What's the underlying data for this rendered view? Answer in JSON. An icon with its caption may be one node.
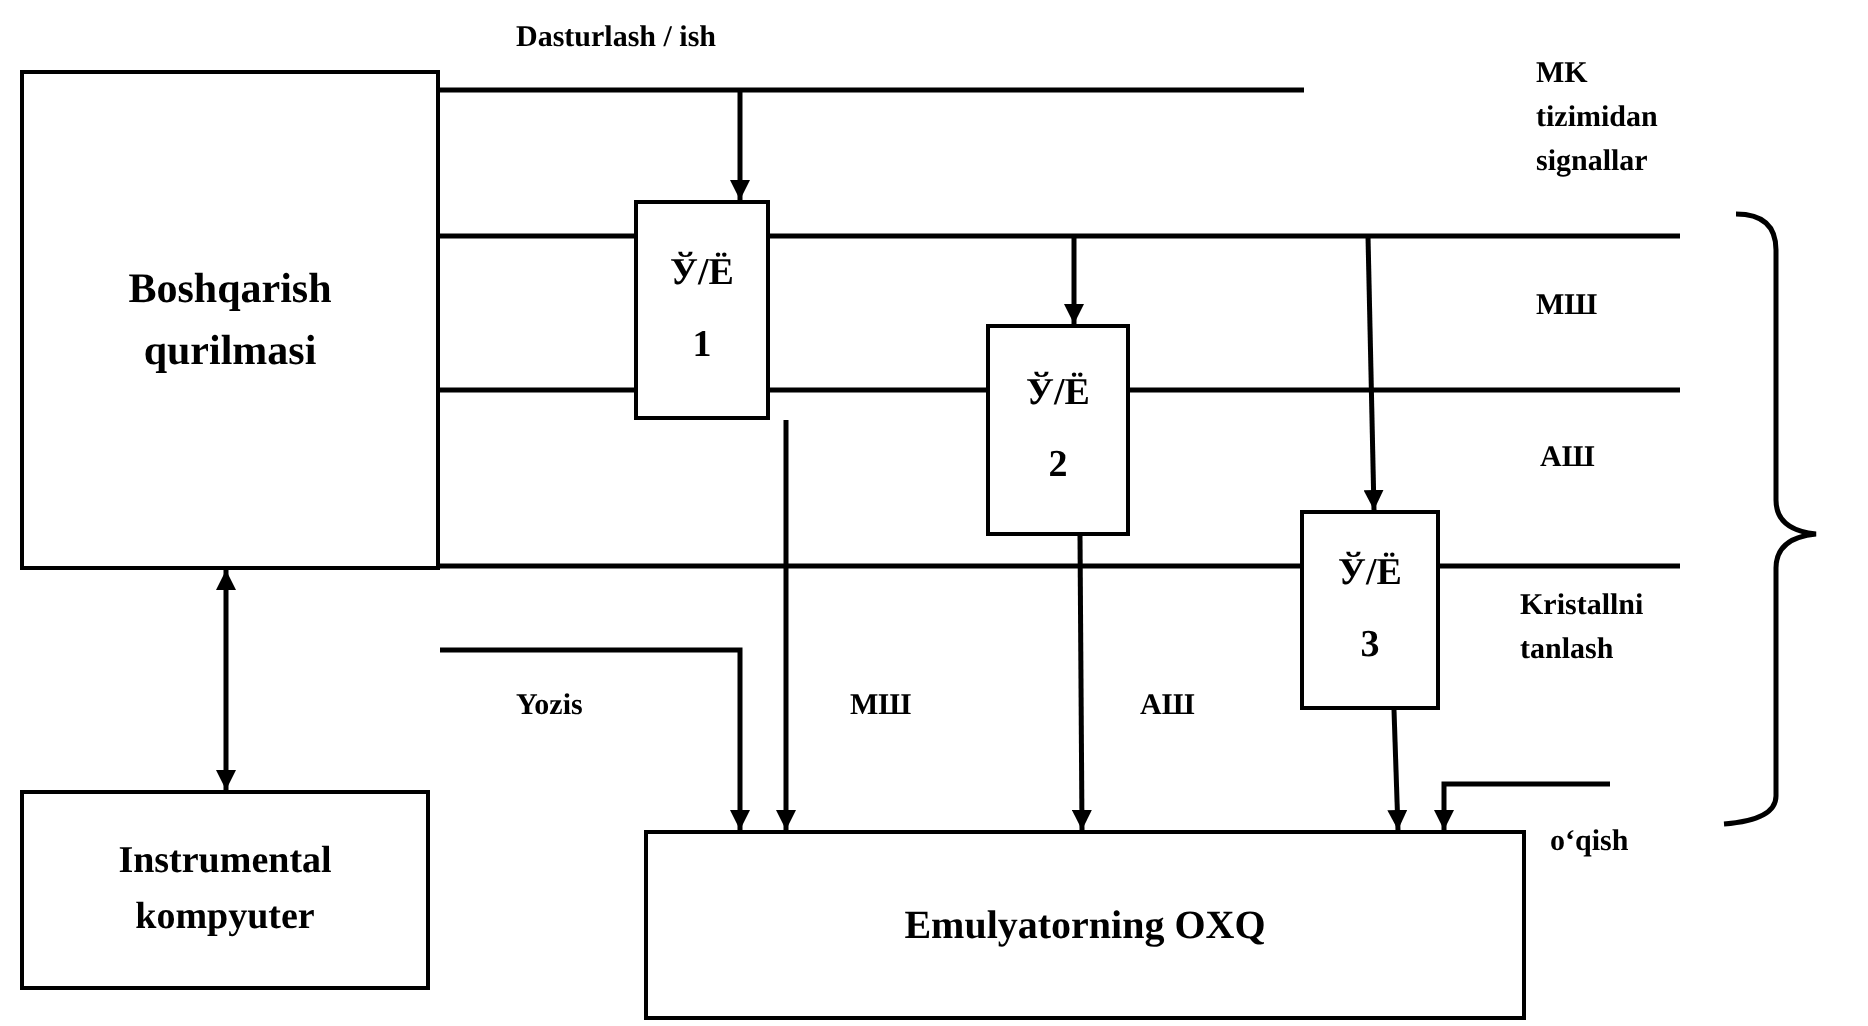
{
  "diagram": {
    "nodes": [
      {
        "text": [
          "Boshqarish qurilmasi"
        ]
      },
      {
        "text": [
          "Instrumental kompyuter"
        ]
      },
      {
        "text": [
          "Ў/Ё 1"
        ]
      },
      {
        "text": [
          "Ў/Ё 2"
        ]
      },
      {
        "text": [
          "Ў/Ё 3"
        ]
      },
      {
        "text": [
          "Emulyatorning OXQ"
        ]
      }
    ],
    "edges": [
      {
        "from": 0,
        "to": null,
        "arrow": "none"
      },
      {
        "from": null,
        "to": 2,
        "arrow": "to"
      },
      {
        "from": 0,
        "to": null,
        "arrow": "none"
      },
      {
        "from": 0,
        "to": null,
        "arrow": "none"
      },
      {
        "from": 0,
        "to": null,
        "arrow": "none"
      },
      {
        "from": null,
        "to": 3,
        "arrow": "to"
      },
      {
        "from": null,
        "to": 4,
        "arrow": "to"
      },
      {
        "from": 0,
        "to": 1,
        "arrow": "both"
      },
      {
        "from": 0,
        "to": 5,
        "arrow": "to"
      },
      {
        "from": 2,
        "to": 5,
        "arrow": "to"
      },
      {
        "from": 3,
        "to": 5,
        "arrow": "to"
      },
      {
        "from": 4,
        "to": 5,
        "arrow": "to"
      },
      {
        "from": null,
        "to": 5,
        "arrow": "to"
      }
    ],
    "labels": [
      "Dasturlash / ish",
      "MK tizimidan signallar",
      "МШ",
      "АШ",
      "Kristallni tanlash",
      "Yozis",
      "МШ",
      "АШ",
      "o‘qish"
    ]
  }
}
